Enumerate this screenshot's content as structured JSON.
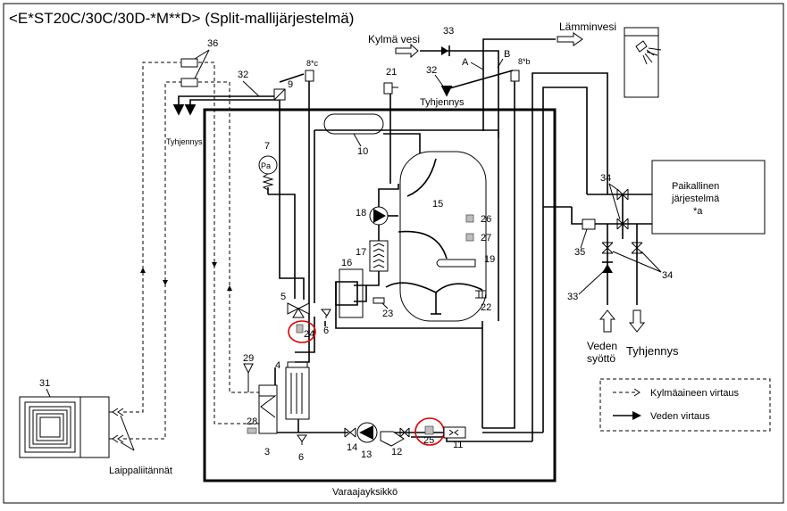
{
  "title": "<E*ST20C/30C/30D-*M**D> (Split-mallijärjestelmä)",
  "labels": {
    "cold_water": "Kylmä vesi",
    "hot_water": "Lämminvesi",
    "drain_top": "Tyhjennys",
    "drain_left": "Tyhjennys",
    "drain_right": "Tyhjennys",
    "water_supply_line1": "Veden",
    "water_supply_line2": "syöttö",
    "local_system_line1": "Paikallinen",
    "local_system_line2": "järjestelmä",
    "local_system_line3": "*a",
    "tank_unit": "Varaajayksikkö",
    "pipe_connections": "Laippaliitännät",
    "point_a": "A",
    "point_b": "B",
    "pressure_gauge": "Pa"
  },
  "legend": {
    "refrigerant_flow": "Kylmäaineen virtaus",
    "water_flow": "Veden virtaus"
  },
  "numbers": {
    "n3": "3",
    "n4": "4",
    "n5": "5",
    "n6a": "6",
    "n6b": "6",
    "n7": "7",
    "n8b": "8*b",
    "n8c": "8*c",
    "n9": "9",
    "n10": "10",
    "n11": "11",
    "n12": "12",
    "n13": "13",
    "n14": "14",
    "n15": "15",
    "n16": "16",
    "n17": "17",
    "n18": "18",
    "n19": "19",
    "n21": "21",
    "n22": "22",
    "n23": "23",
    "n24": "24",
    "n25": "25",
    "n26": "26",
    "n27": "27",
    "n28": "28",
    "n29": "29",
    "n31": "31",
    "n32a": "32",
    "n32b": "32",
    "n33a": "33",
    "n33b": "33",
    "n34a": "34",
    "n34b": "34",
    "n35": "35",
    "n36": "36"
  },
  "colors": {
    "highlight": "#e00000",
    "sensor": "#bdbdbd",
    "line": "#000000"
  }
}
